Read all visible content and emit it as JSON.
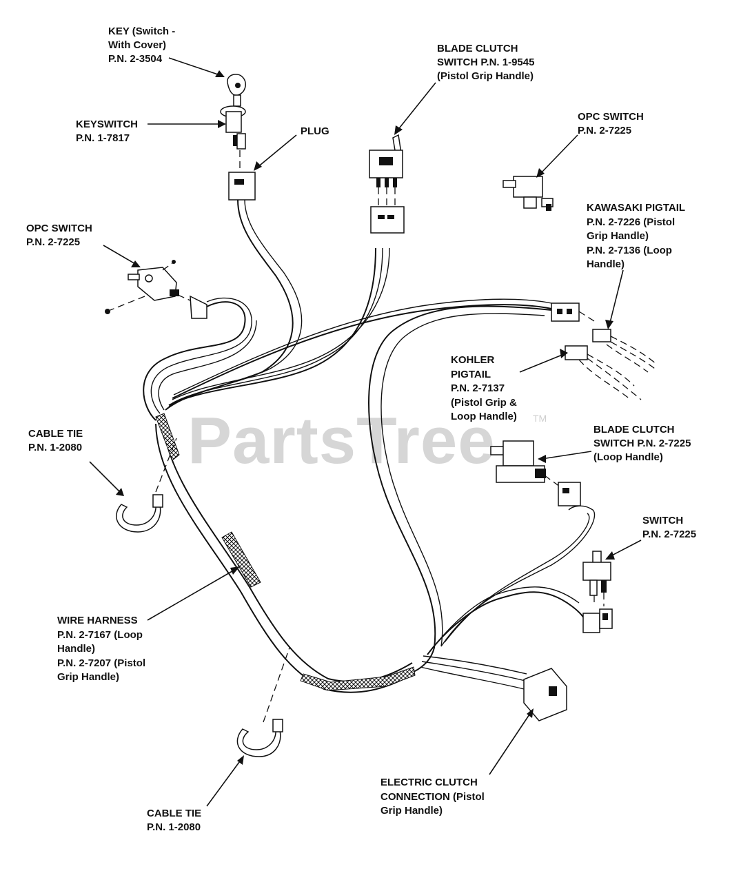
{
  "watermark": {
    "text": "PartsTree",
    "trademark": "TM"
  },
  "labels": {
    "key": [
      "KEY (Switch -",
      "With Cover)",
      "P.N. 2-3504"
    ],
    "keyswitch": [
      "KEYSWITCH",
      "P.N. 1-7817"
    ],
    "plug": [
      "PLUG"
    ],
    "blade_clutch_pistol": [
      "BLADE CLUTCH",
      "SWITCH P.N. 1-9545",
      "(Pistol Grip Handle)"
    ],
    "opc_switch_right": [
      "OPC SWITCH",
      "P.N. 2-7225"
    ],
    "opc_switch_left": [
      "OPC SWITCH",
      "P.N. 2-7225"
    ],
    "kawasaki_pigtail": [
      "KAWASAKI PIGTAIL",
      "P.N. 2-7226 (Pistol",
      "Grip Handle)",
      "P.N. 2-7136 (Loop",
      "Handle)"
    ],
    "kohler_pigtail": [
      "KOHLER",
      "PIGTAIL",
      "P.N. 2-7137",
      "(Pistol Grip &",
      "Loop Handle)"
    ],
    "blade_clutch_loop": [
      "BLADE CLUTCH",
      "SWITCH P.N. 2-7225",
      "(Loop Handle)"
    ],
    "cable_tie_upper": [
      "CABLE TIE",
      "P.N. 1-2080"
    ],
    "switch": [
      "SWITCH",
      "P.N. 2-7225"
    ],
    "wire_harness": [
      "WIRE HARNESS",
      "P.N. 2-7167 (Loop",
      "Handle)",
      "P.N. 2-7207 (Pistol",
      "Grip Handle)"
    ],
    "electric_clutch": [
      "ELECTRIC CLUTCH",
      "CONNECTION (Pistol",
      "Grip Handle)"
    ],
    "cable_tie_lower": [
      "CABLE TIE",
      "P.N. 1-2080"
    ]
  }
}
